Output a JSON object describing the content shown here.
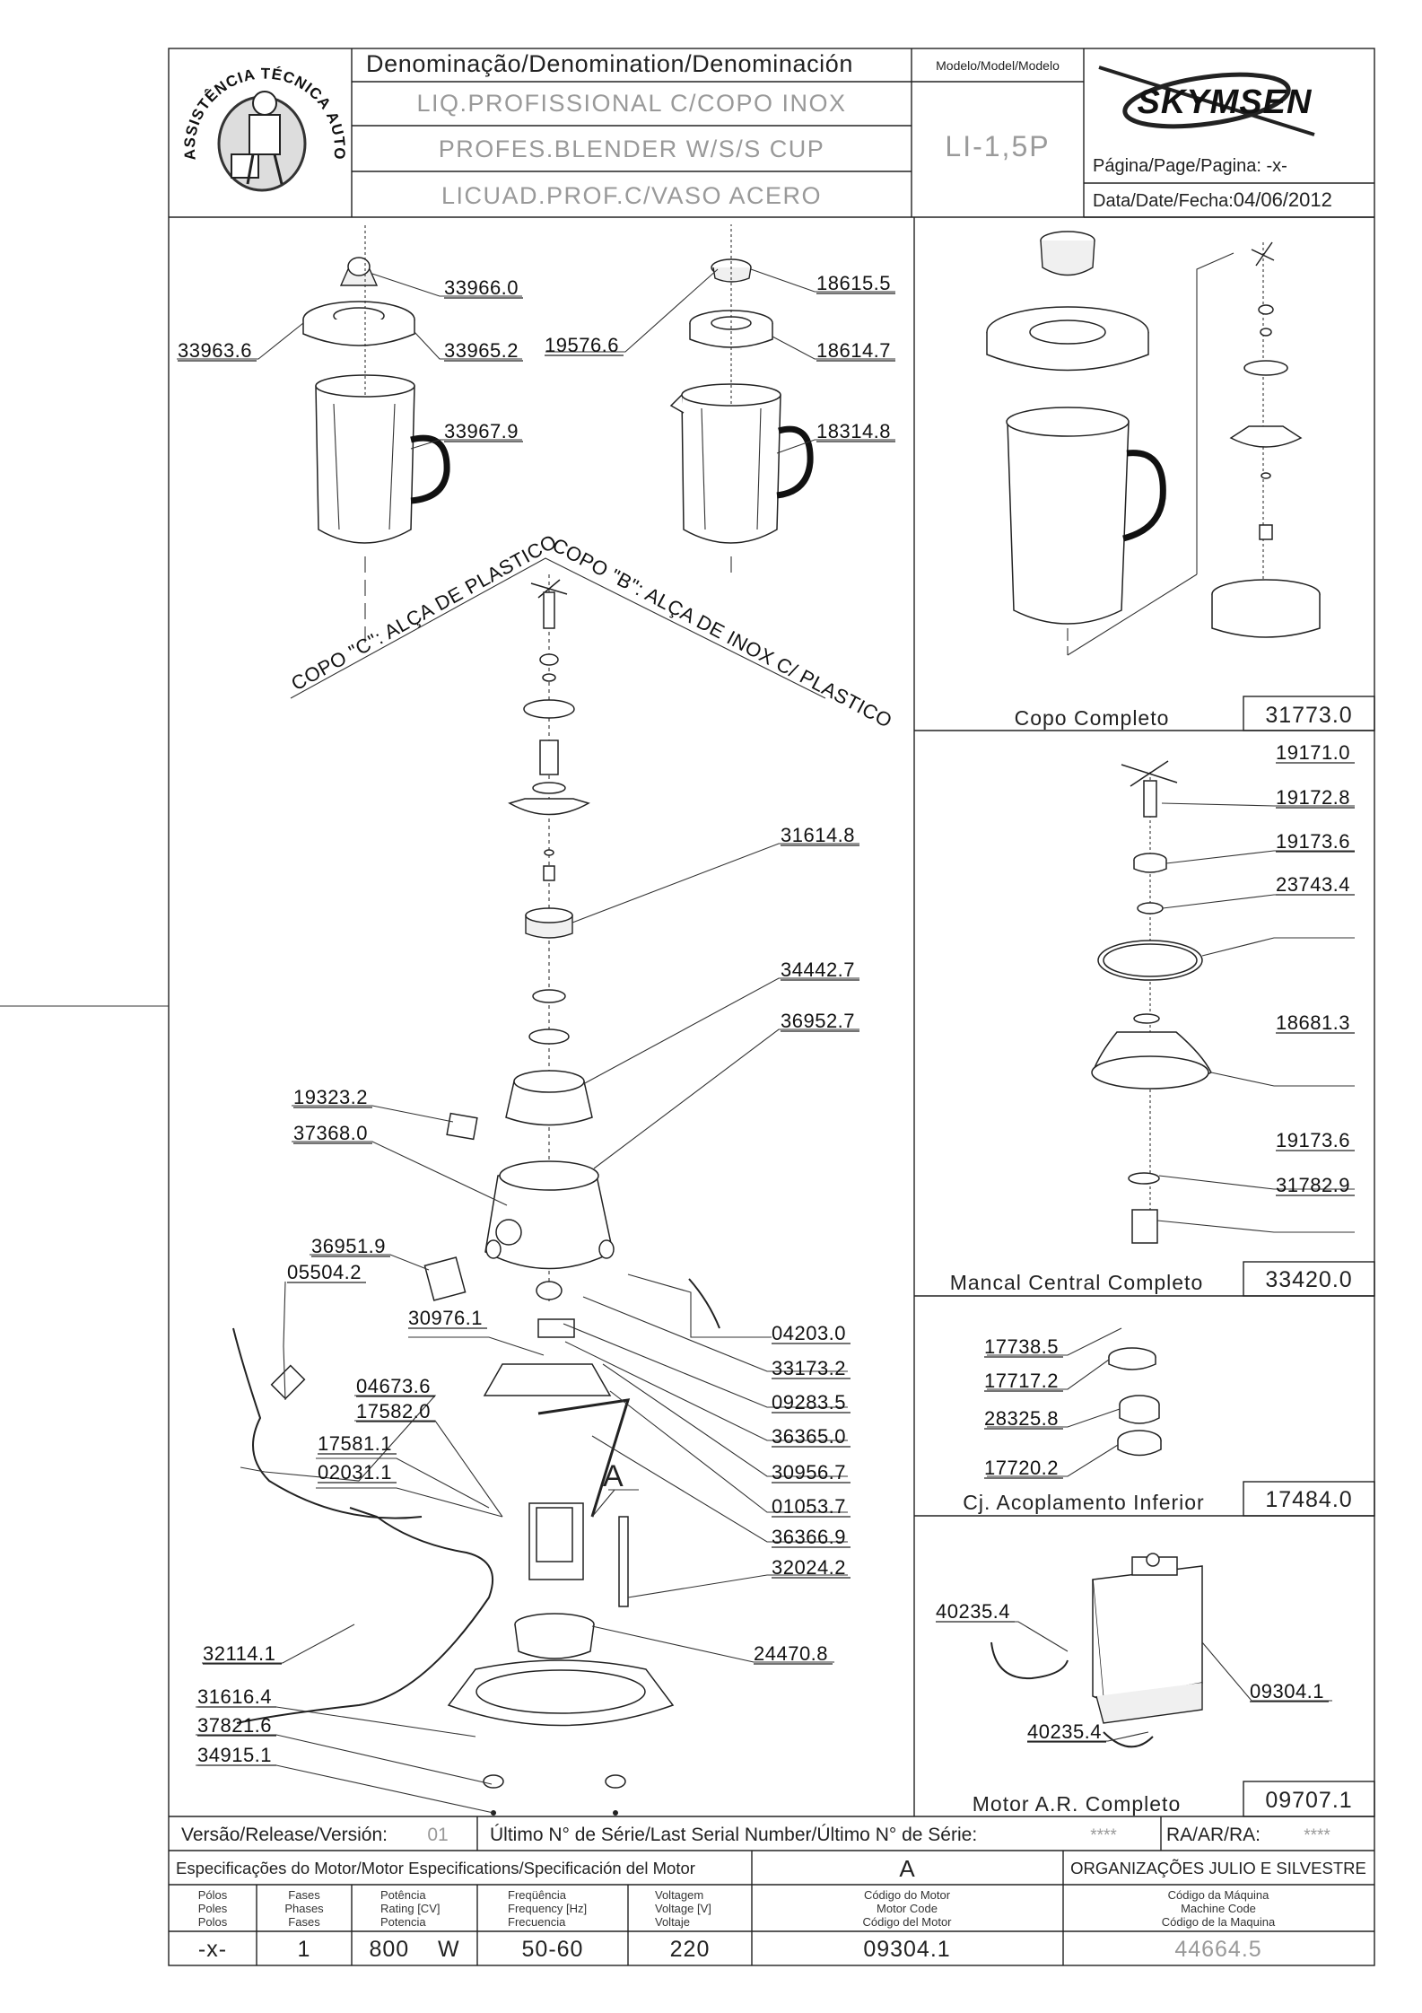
{
  "header": {
    "denomination_label": "Denominação/Denomination/Denominación",
    "name_pt": "LIQ.PROFISSIONAL C/COPO INOX",
    "name_en": "PROFES.BLENDER W/S/S CUP",
    "name_es": "LICUAD.PROF.C/VASO ACERO",
    "model_label": "Modelo/Model/Modelo",
    "model_value": "LI-1,5P",
    "brand": "SKYMSEN",
    "page_label": "Página/Page/Pagina: -x-",
    "date_label": "Data/Date/Fecha:",
    "date_value": "04/06/2012",
    "seal_text": "ASSISTÊNCIA TÉCNICA AUTORIZADA"
  },
  "cup_labels": {
    "cup_c": "COPO \"C\": ALÇA DE  PLASTICO",
    "cup_b": "COPO \"B\": ALÇA DE INOX C/ PLASTICO"
  },
  "parts": [
    {
      "id": "p33966",
      "label": "33966.0"
    },
    {
      "id": "p33963",
      "label": "33963.6"
    },
    {
      "id": "p33965",
      "label": "33965.2"
    },
    {
      "id": "p33967",
      "label": "33967.9"
    },
    {
      "id": "p18615",
      "label": "18615.5"
    },
    {
      "id": "p19576",
      "label": "19576.6"
    },
    {
      "id": "p18614",
      "label": "18614.7"
    },
    {
      "id": "p18314",
      "label": "18314.8"
    },
    {
      "id": "p31614",
      "label": "31614.8"
    },
    {
      "id": "p34442",
      "label": "34442.7"
    },
    {
      "id": "p36952",
      "label": "36952.7"
    },
    {
      "id": "p19323",
      "label": "19323.2"
    },
    {
      "id": "p37368",
      "label": "37368.0"
    },
    {
      "id": "p36951",
      "label": "36951.9"
    },
    {
      "id": "p05504",
      "label": "05504.2"
    },
    {
      "id": "p30976",
      "label": "30976.1"
    },
    {
      "id": "p04203",
      "label": "04203.0"
    },
    {
      "id": "p33173",
      "label": "33173.2"
    },
    {
      "id": "p09283",
      "label": "09283.5"
    },
    {
      "id": "p36365",
      "label": "36365.0"
    },
    {
      "id": "p30956",
      "label": "30956.7"
    },
    {
      "id": "p01053",
      "label": "01053.7"
    },
    {
      "id": "p36366",
      "label": "36366.9"
    },
    {
      "id": "p32024",
      "label": "32024.2"
    },
    {
      "id": "p04673",
      "label": "04673.6"
    },
    {
      "id": "p17582",
      "label": "17582.0"
    },
    {
      "id": "p17581",
      "label": "17581.1"
    },
    {
      "id": "p02031",
      "label": "02031.1"
    },
    {
      "id": "p32114",
      "label": "32114.1"
    },
    {
      "id": "p24470",
      "label": "24470.8"
    },
    {
      "id": "p31616",
      "label": "31616.4"
    },
    {
      "id": "p37821",
      "label": "37821.6"
    },
    {
      "id": "p34915",
      "label": "34915.1"
    },
    {
      "id": "p19171",
      "label": "19171.0"
    },
    {
      "id": "p19172",
      "label": "19172.8"
    },
    {
      "id": "p19173a",
      "label": "19173.6"
    },
    {
      "id": "p23743",
      "label": "23743.4"
    },
    {
      "id": "p18681",
      "label": "18681.3"
    },
    {
      "id": "p19173b",
      "label": "19173.6"
    },
    {
      "id": "p31782",
      "label": "31782.9"
    },
    {
      "id": "p17738",
      "label": "17738.5"
    },
    {
      "id": "p17717",
      "label": "17717.2"
    },
    {
      "id": "p28325",
      "label": "28325.8"
    },
    {
      "id": "p17720",
      "label": "17720.2"
    },
    {
      "id": "p40235a",
      "label": "40235.4"
    },
    {
      "id": "p09304",
      "label": "09304.1"
    },
    {
      "id": "p40235b",
      "label": "40235.4"
    }
  ],
  "detail_marker": "A",
  "subassemblies": [
    {
      "name": "Copo Completo",
      "code": "31773.0"
    },
    {
      "name": "Mancal Central Completo",
      "code": "33420.0"
    },
    {
      "name": "Cj. Acoplamento Inferior",
      "code": "17484.0"
    },
    {
      "name": "Motor A.R. Completo",
      "code": "09707.1"
    }
  ],
  "footer": {
    "version_label": "Versão/Release/Versión:",
    "version_value": "01",
    "serial_label": "Último N° de Série/Last Serial Number/Último N° de Série:",
    "serial_value": "****",
    "ra_label": "RA/AR/RA:",
    "ra_value": "****",
    "motor_spec_label": "Especificações do Motor/Motor Especifications/Specificación del Motor",
    "motor_letter": "A",
    "company": "ORGANIZAÇÕES JULIO E SILVESTRE",
    "cols": [
      {
        "h1": "Pólos",
        "h2": "Poles",
        "h3": "Polos",
        "value": "-x-"
      },
      {
        "h1": "Fases",
        "h2": "Phases",
        "h3": "Fases",
        "value": "1"
      },
      {
        "h1": "Potência",
        "h2": "Rating [CV]",
        "h3": "Potencia",
        "value": "800    W"
      },
      {
        "h1": "Freqüência",
        "h2": "Frequency [Hz]",
        "h3": "Frecuencia",
        "value": "50-60"
      },
      {
        "h1": "Voltagem",
        "h2": "Voltage [V]",
        "h3": "Voltaje",
        "value": "220"
      },
      {
        "h1": "Código do Motor",
        "h2": "Motor Code",
        "h3": "Código del Motor",
        "value": "09304.1"
      },
      {
        "h1": "Código da Máquina",
        "h2": "Machine Code",
        "h3": "Código de la Maquina",
        "value": "44664.5"
      }
    ]
  }
}
